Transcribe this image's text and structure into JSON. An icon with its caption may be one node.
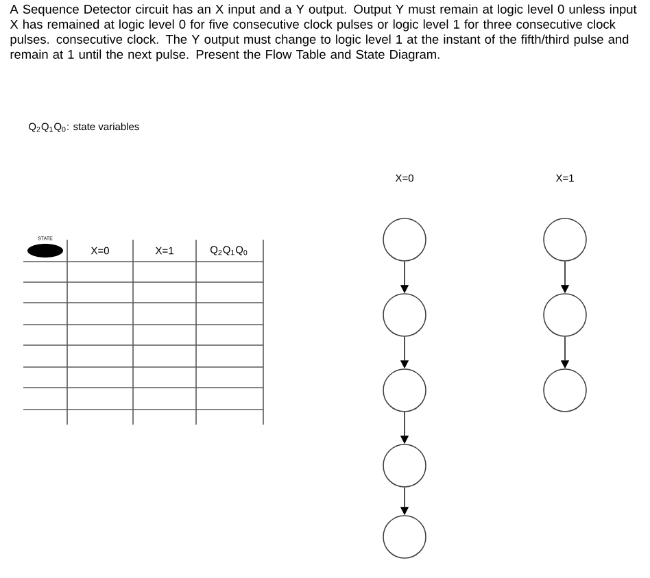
{
  "diagram": {
    "title": "A Sequence Detector circuit has an X input and a Y output. Output Y must remain at logic level 0 unless input X has remained at logic level 0 for five consecutive clock pulses or logic level 1 for three consecutive clock pulses. consecutive clock. The Y output must change to logic level 1 at the instant of the fifth/third pulse and remain at 1 until the next pulse. Present the Flow Table and State Diagram.",
    "nodes": [
      {
        "text": [],
        "shape": "circle"
      },
      {
        "text": [],
        "shape": "circle"
      },
      {
        "text": [],
        "shape": "circle"
      },
      {
        "text": [],
        "shape": "circle"
      },
      {
        "text": [],
        "shape": "circle"
      },
      {
        "text": [],
        "shape": "circle"
      },
      {
        "text": [],
        "shape": "circle"
      },
      {
        "text": [],
        "shape": "circle"
      }
    ],
    "edges": [
      {
        "from": 0,
        "to": 1,
        "arrow": "to"
      },
      {
        "from": 1,
        "to": 2,
        "arrow": "to"
      },
      {
        "from": 2,
        "to": 3,
        "arrow": "to"
      },
      {
        "from": 3,
        "to": 4,
        "arrow": "to"
      },
      {
        "from": 5,
        "to": 6,
        "arrow": "to"
      },
      {
        "from": 6,
        "to": 7,
        "arrow": "to"
      }
    ],
    "labels": [
      "Q$_{2}$Q$_{1}$Q$_{0}$: state variables",
      "X=0",
      "X=1",
      "STATE",
      "X=0",
      "X=1",
      "Q$_{2}$Q$_{1}$Q$_{0}$"
    ]
  }
}
